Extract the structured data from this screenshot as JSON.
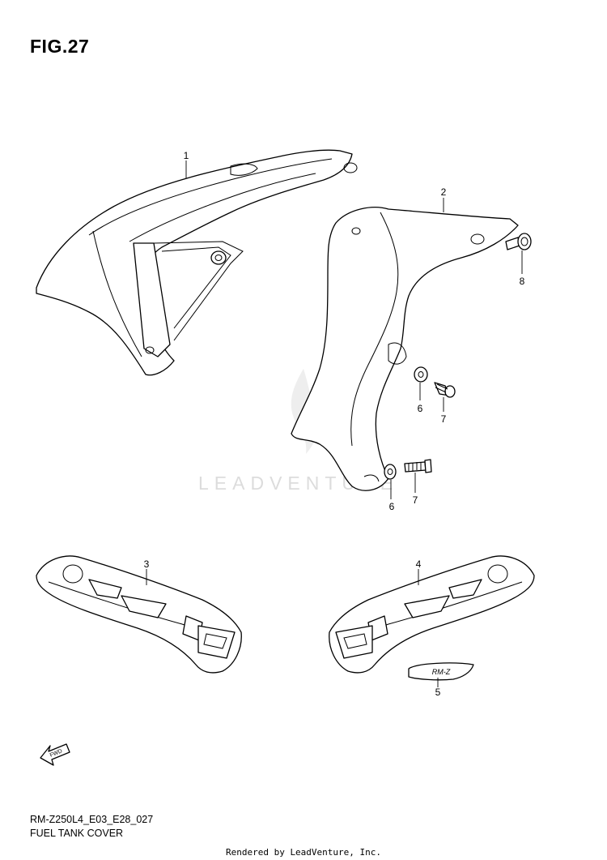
{
  "figure": {
    "title": "FIG.27",
    "code": "RM-Z250L4_E03_E28_027",
    "caption": "FUEL TANK COVER"
  },
  "watermark": "LEADVENTURE",
  "footer": "Rendered by LeadVenture, Inc.",
  "fwd_label": "FWD",
  "emblem_text": "RM-Z",
  "callouts": [
    {
      "id": "callout-1",
      "label": "1"
    },
    {
      "id": "callout-2",
      "label": "2"
    },
    {
      "id": "callout-3",
      "label": "3"
    },
    {
      "id": "callout-4",
      "label": "4"
    },
    {
      "id": "callout-5",
      "label": "5"
    },
    {
      "id": "callout-6a",
      "label": "6"
    },
    {
      "id": "callout-6b",
      "label": "6"
    },
    {
      "id": "callout-7a",
      "label": "7"
    },
    {
      "id": "callout-7b",
      "label": "7"
    },
    {
      "id": "callout-8",
      "label": "8"
    }
  ]
}
